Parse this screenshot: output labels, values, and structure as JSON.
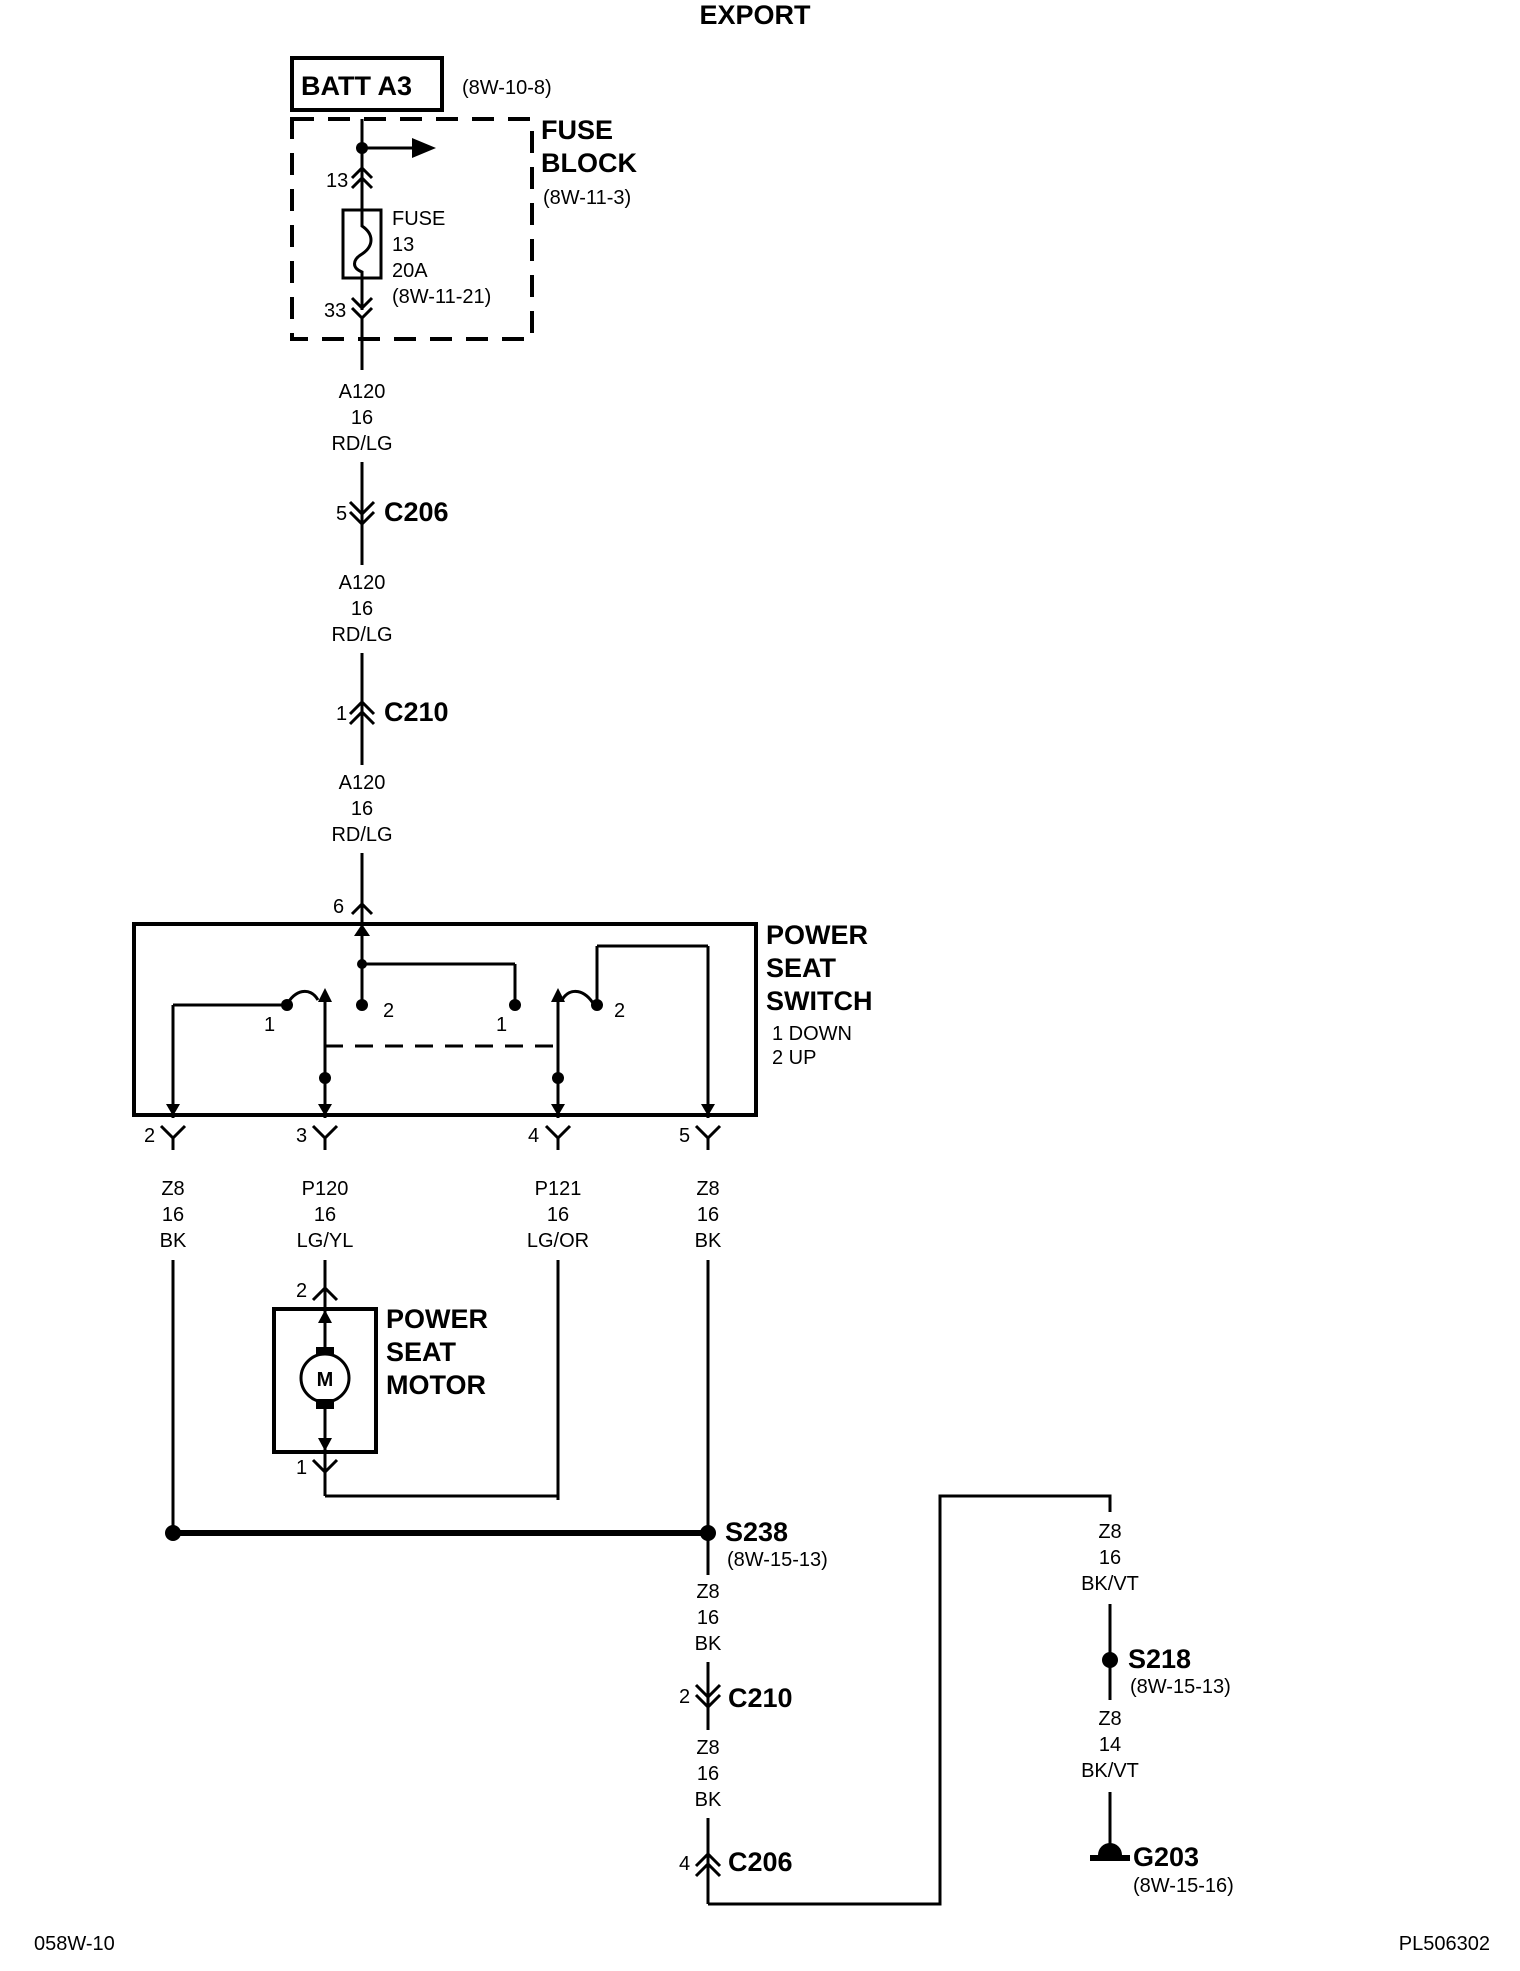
{
  "header": {
    "title": "EXPORT"
  },
  "battery": {
    "label": "BATT A3",
    "ref": "(8W-10-8)"
  },
  "fuse_block": {
    "title_line1": "FUSE",
    "title_line2": "BLOCK",
    "ref": "(8W-11-3)",
    "pin_in": "13",
    "pin_out": "33",
    "fuse_label": "FUSE",
    "fuse_number": "13",
    "fuse_rating": "20A",
    "fuse_ref": "(8W-11-21)"
  },
  "wire_a120": [
    {
      "circuit": "A120",
      "gauge": "16",
      "color": "RD/LG"
    },
    {
      "circuit": "A120",
      "gauge": "16",
      "color": "RD/LG"
    },
    {
      "circuit": "A120",
      "gauge": "16",
      "color": "RD/LG"
    }
  ],
  "connectors": {
    "c206_top": {
      "pin": "5",
      "name": "C206"
    },
    "c210_top": {
      "pin": "1",
      "name": "C210"
    },
    "c210_bottom": {
      "pin": "2",
      "name": "C210"
    },
    "c206_bottom": {
      "pin": "4",
      "name": "C206"
    }
  },
  "switch": {
    "title_line1": "POWER",
    "title_line2": "SEAT",
    "title_line3": "SWITCH",
    "legend_line1": "1 DOWN",
    "legend_line2": "2 UP",
    "input_pin": "6",
    "contact_labels": [
      "1",
      "2",
      "1",
      "2"
    ],
    "output_pins": [
      "2",
      "3",
      "4",
      "5"
    ]
  },
  "output_wires": [
    {
      "circuit": "Z8",
      "gauge": "16",
      "color": "BK"
    },
    {
      "circuit": "P120",
      "gauge": "16",
      "color": "LG/YL"
    },
    {
      "circuit": "P121",
      "gauge": "16",
      "color": "LG/OR"
    },
    {
      "circuit": "Z8",
      "gauge": "16",
      "color": "BK"
    }
  ],
  "motor": {
    "title_line1": "POWER",
    "title_line2": "SEAT",
    "title_line3": "MOTOR",
    "symbol": "M",
    "pin_top": "2",
    "pin_bottom": "1"
  },
  "splices": {
    "s238": {
      "name": "S238",
      "ref": "(8W-15-13)"
    },
    "s218": {
      "name": "S218",
      "ref": "(8W-15-13)"
    }
  },
  "ground_wires": [
    {
      "circuit": "Z8",
      "gauge": "16",
      "color": "BK"
    },
    {
      "circuit": "Z8",
      "gauge": "16",
      "color": "BK"
    },
    {
      "circuit": "Z8",
      "gauge": "16",
      "color": "BK/VT"
    },
    {
      "circuit": "Z8",
      "gauge": "14",
      "color": "BK/VT"
    }
  ],
  "ground": {
    "name": "G203",
    "ref": "(8W-15-16)"
  },
  "footer": {
    "left": "058W-10",
    "right": "PL506302"
  }
}
